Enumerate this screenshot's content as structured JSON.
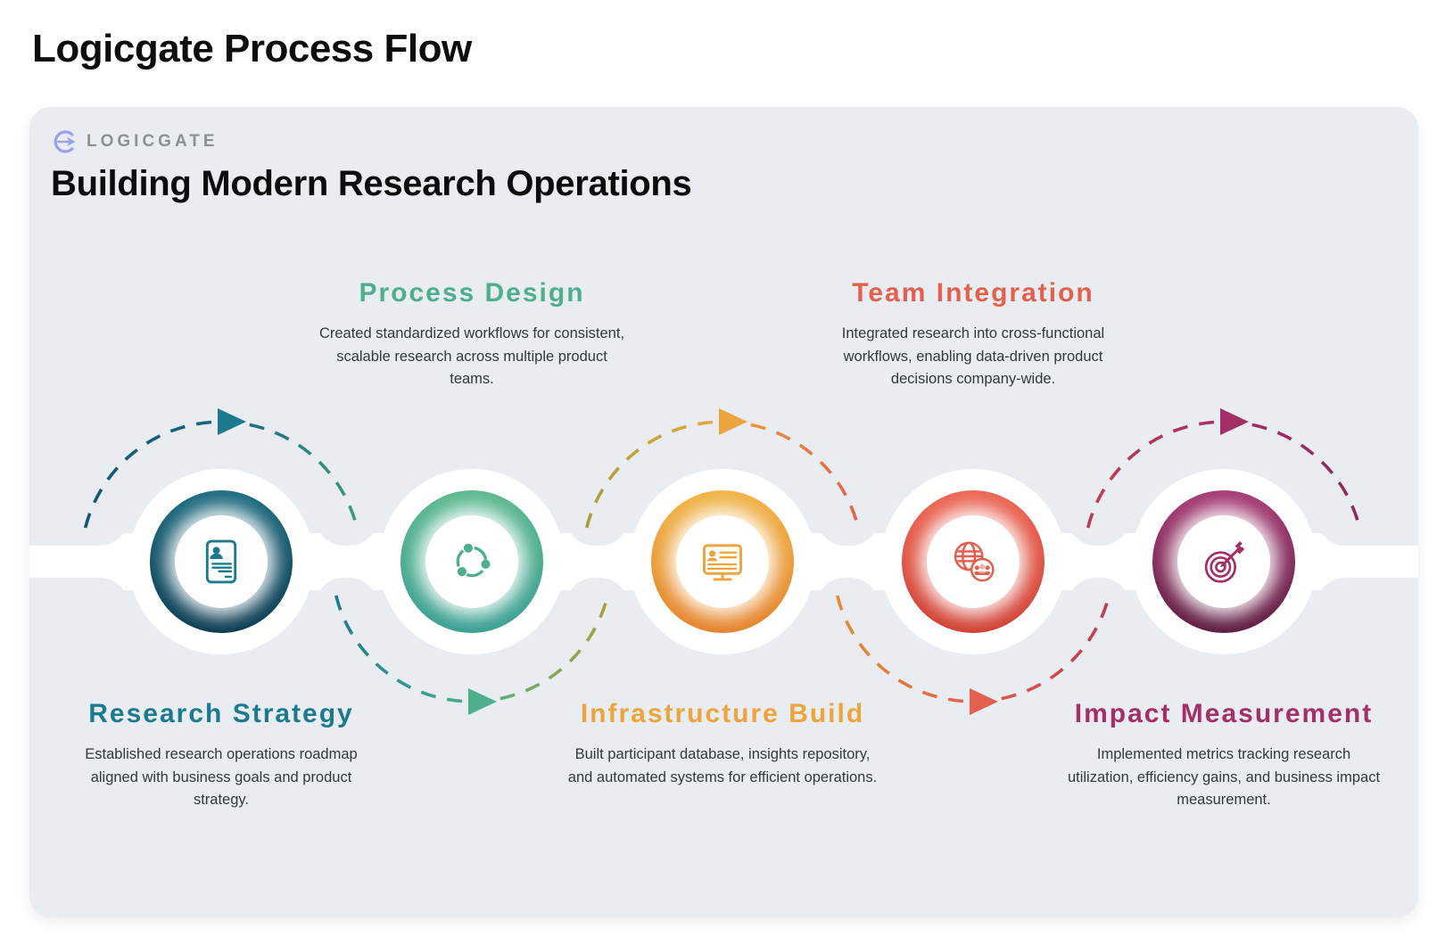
{
  "page": {
    "title": "Logicgate Process Flow"
  },
  "card": {
    "bg": "#e9edf1",
    "logo": {
      "label": "LOGICGATE",
      "color": "#98a2e9",
      "label_color": "#8b9096"
    },
    "heading": "Building Modern Research Operations",
    "stages": [
      {
        "title": "Research Strategy",
        "description": "Established research operations roadmap aligned with business goals and product strategy.",
        "color": "#1d7a8e",
        "ring": {
          "from": "#1d6c82",
          "to": "#0b3a50"
        },
        "arc": {
          "from": "#14576e",
          "mid": "#17697e",
          "to": "#3f9a7f"
        },
        "icon": "profile-document-icon",
        "label_position": "bottom"
      },
      {
        "title": "Process Design",
        "description": "Created standardized workflows for consistent, scalable research across multiple product teams.",
        "color": "#4fae8c",
        "ring": {
          "from": "#5cb98d",
          "to": "#379e92"
        },
        "arc": {
          "from": "#1d7a8e",
          "mid": "#4fae8c",
          "to": "#a8a03c"
        },
        "icon": "share-nodes-icon",
        "label_position": "top"
      },
      {
        "title": "Infrastructure Build",
        "description": "Built participant database, insights repository, and automated systems for efficient operations.",
        "color": "#eda43d",
        "ring": {
          "from": "#f0b546",
          "to": "#e5822b"
        },
        "arc": {
          "from": "#a8a03c",
          "mid": "#eda43d",
          "to": "#e2604d"
        },
        "icon": "monitor-profile-icon",
        "label_position": "bottom"
      },
      {
        "title": "Team Integration",
        "description": "Integrated research into cross-functional workflows, enabling data-driven product decisions company-wide.",
        "color": "#e2604d",
        "ring": {
          "from": "#ed6553",
          "to": "#d04033"
        },
        "arc": {
          "from": "#e98a35",
          "mid": "#e2604d",
          "to": "#c03a52"
        },
        "icon": "globe-team-icon",
        "label_position": "top"
      },
      {
        "title": "Impact Measurement",
        "description": "Implemented metrics tracking research utilization, efficiency gains, and business impact measurement.",
        "color": "#a42e66",
        "ring": {
          "from": "#a83a74",
          "to": "#5c1b40"
        },
        "arc": {
          "from": "#c03a52",
          "mid": "#a42e66",
          "to": "#8c2a5c"
        },
        "icon": "target-arrow-icon",
        "label_position": "bottom"
      }
    ]
  }
}
